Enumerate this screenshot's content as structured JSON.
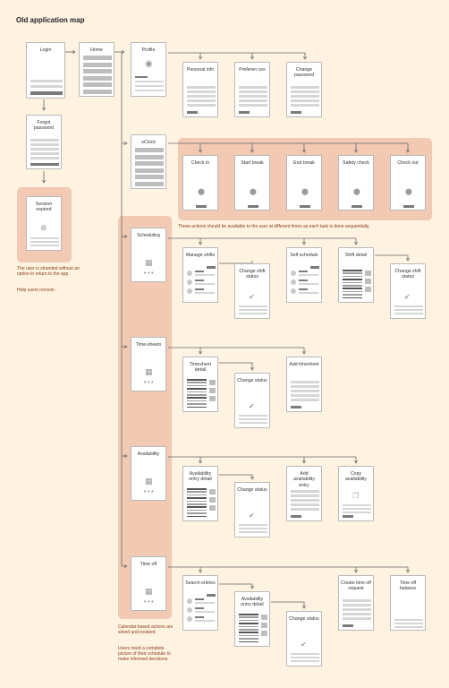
{
  "title": "Old application map",
  "nodes": {
    "login": "Login",
    "forgot": "Forgot password",
    "session": "Session expired",
    "home": "Home",
    "profile": "Profile",
    "personal": "Personal info",
    "preferences": "Preferen ces",
    "change_password": "Change password",
    "eclock": "eClock",
    "check_in": "Check in",
    "start_break": "Start break",
    "end_break": "End break",
    "safety_check": "Safety check",
    "check_out": "Check out",
    "scheduling": "Scheduling",
    "manage_shifts": "Manage shifts",
    "change_shift_status_1": "Change shift status",
    "self_schedule": "Self schedule",
    "shift_detail": "Shift detail",
    "change_shift_status_2": "Change shift status",
    "timesheets": "Time-sheets",
    "timesheet_detail": "Timesheet detail",
    "ts_change_status": "Change status",
    "add_timesheet": "Add timesheet",
    "availability": "Availability",
    "avail_entry_detail": "Availability entry detail",
    "av_change_status": "Change status",
    "add_avail_entry": "Add availability entry",
    "copy_availability": "Copy availability",
    "time_off": "Time off",
    "search_entries": "Search entries",
    "to_avail_entry_detail": "Availability entry detail",
    "to_change_status": "Change status",
    "create_time_off": "Create time off request",
    "time_off_balance": "Time off balance"
  },
  "notes": {
    "stranded": "The user is stranded without an option to return to the app.",
    "recover": "Help users recover.",
    "sequential": "These actions should be available to the user at different times as each task is done sequentially.",
    "siloed": "Calendar-based actions are siloed and isolated.",
    "complete_picture": "Users need a complete picture of their schedule to make informed decisions."
  },
  "colors": {
    "background": "#fef2e1",
    "highlight": "#f2c9b3",
    "note_text": "#8a3e1e"
  }
}
